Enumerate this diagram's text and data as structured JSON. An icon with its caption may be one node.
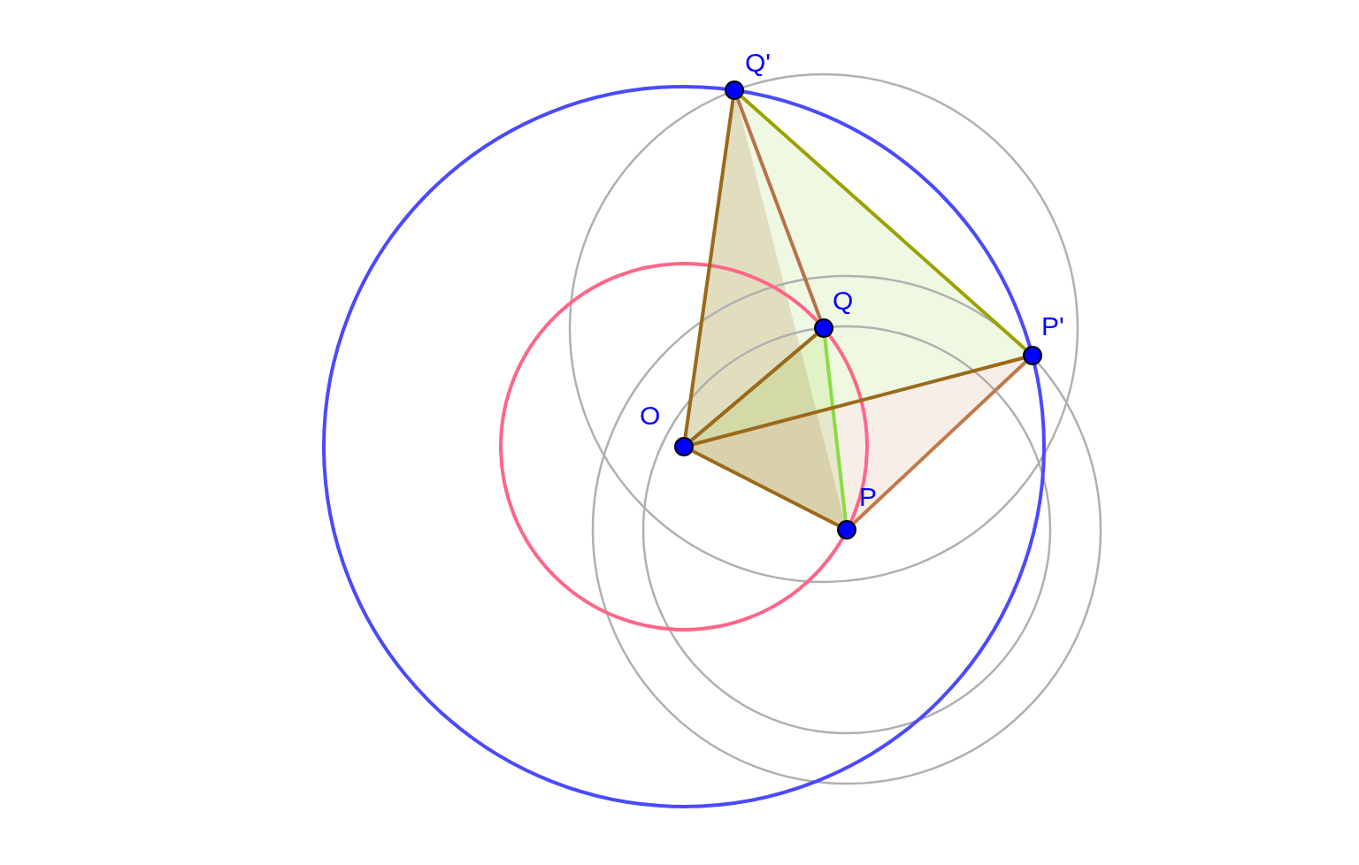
{
  "diagram": {
    "nodes": [
      {
        "text": [],
        "shape": "circle",
        "beside": [
          "Q'"
        ]
      },
      {
        "text": [],
        "shape": "circle",
        "beside": [
          "Q"
        ]
      },
      {
        "text": [],
        "shape": "circle",
        "beside": [
          "P'"
        ]
      },
      {
        "text": [],
        "shape": "circle",
        "beside": [
          "O"
        ]
      },
      {
        "text": [],
        "shape": "circle",
        "beside": [
          "P"
        ]
      }
    ],
    "edges": [
      {
        "from": 0,
        "to": 3,
        "arrow": "none"
      },
      {
        "from": 0,
        "to": 1,
        "arrow": "none",
        "color": "#b8724a"
      },
      {
        "from": 0,
        "to": 2,
        "arrow": "none",
        "color": "#99a300"
      },
      {
        "from": 1,
        "to": 3,
        "arrow": "none"
      },
      {
        "from": 1,
        "to": 4,
        "arrow": "none",
        "color": "#88dd44"
      },
      {
        "from": 3,
        "to": 2,
        "arrow": "none"
      },
      {
        "from": 3,
        "to": 4,
        "arrow": "none"
      },
      {
        "from": 4,
        "to": 2,
        "arrow": "none",
        "color": "#c07a4a"
      }
    ]
  }
}
